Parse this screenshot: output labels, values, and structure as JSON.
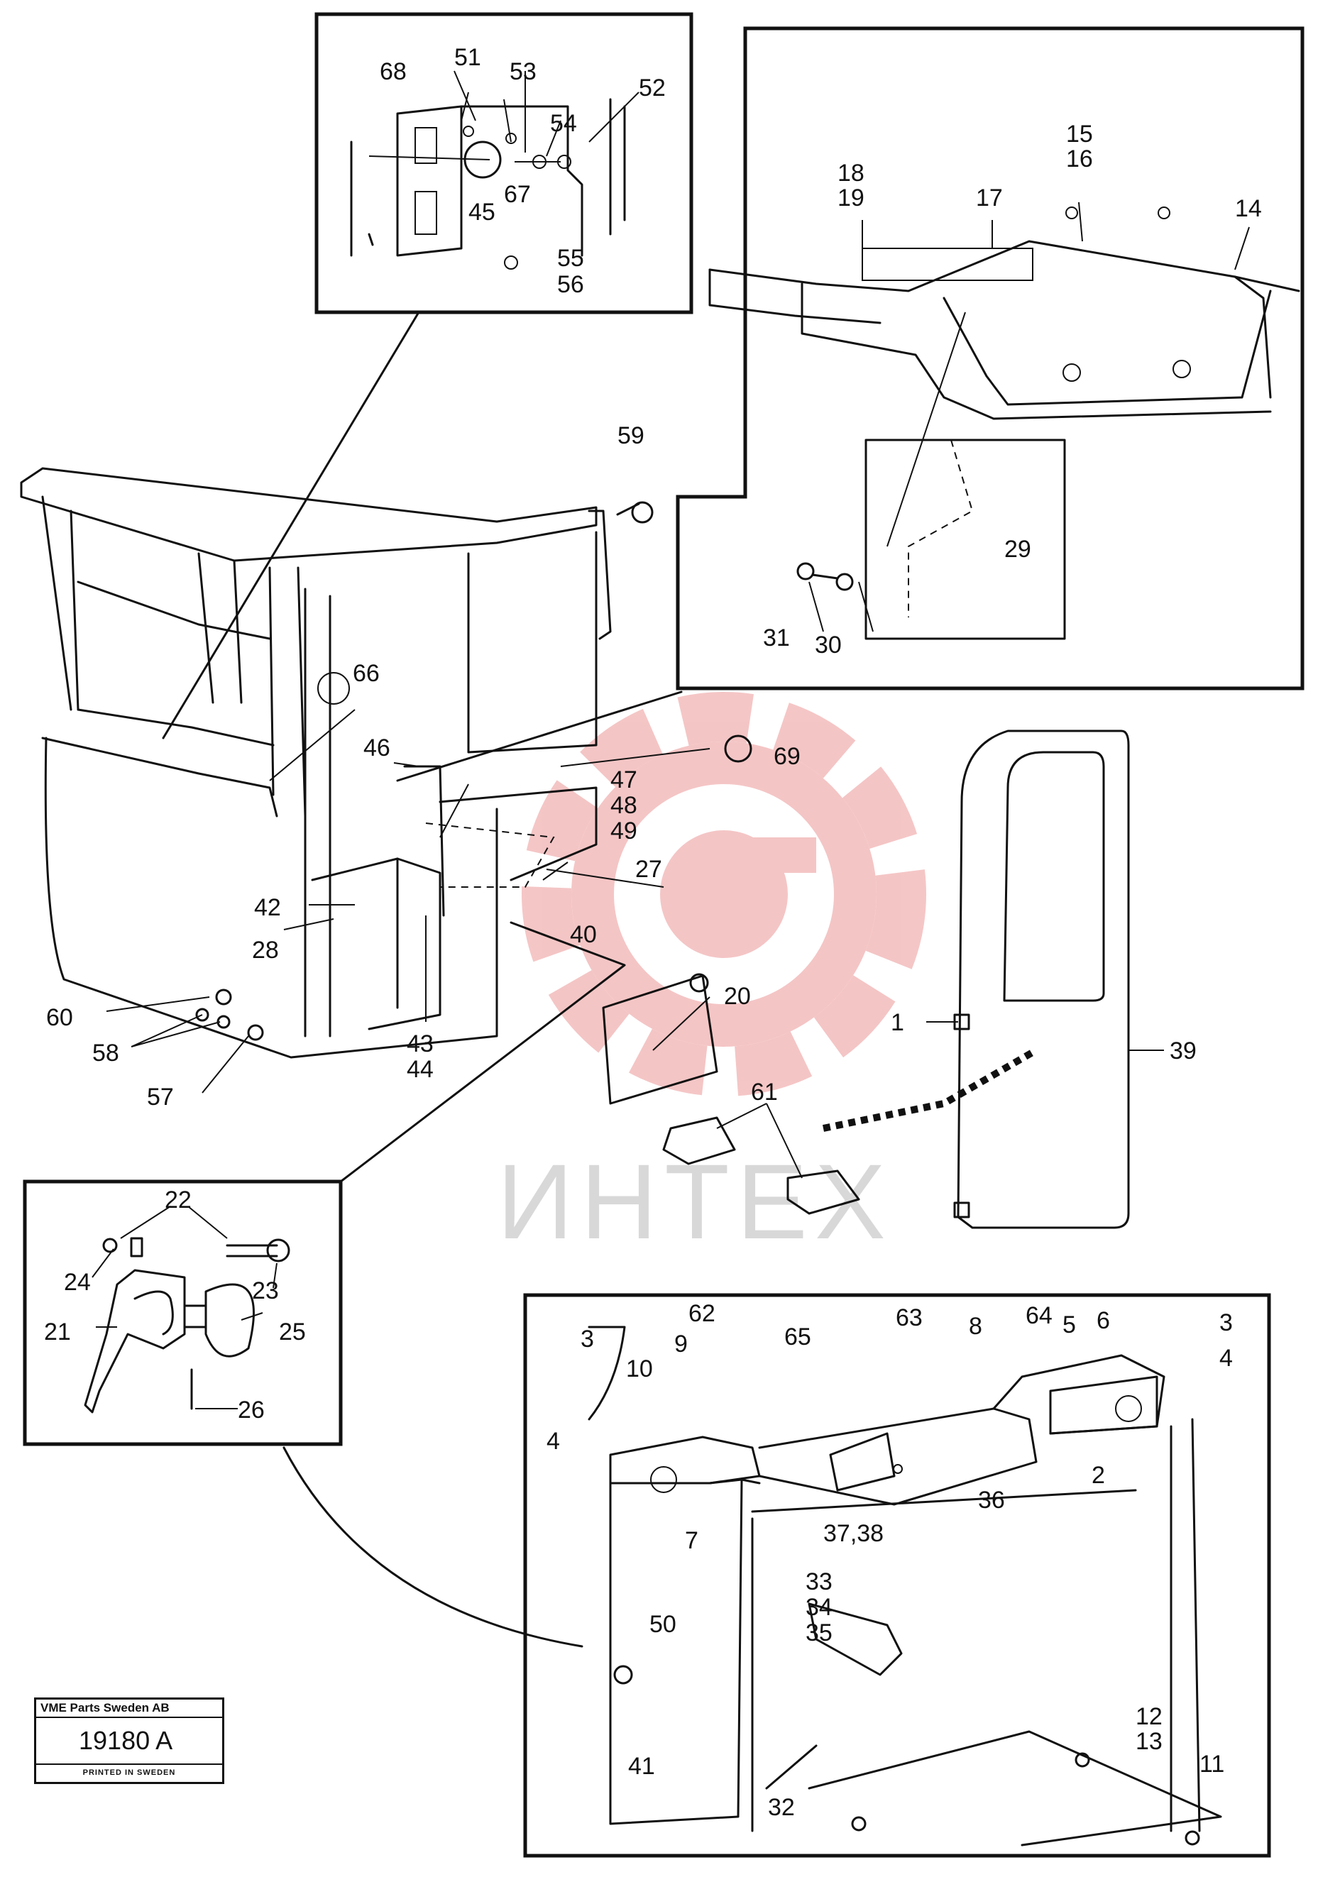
{
  "watermark": {
    "text": "ИНТЕХ",
    "logo": "gear-logo"
  },
  "title_block": {
    "company": "VME Parts Sweden AB",
    "drawing_number": "19180 A",
    "printed": "PRINTED IN SWEDEN"
  },
  "callouts": [
    {
      "id": "c68",
      "text": "68"
    },
    {
      "id": "c51",
      "text": "51"
    },
    {
      "id": "c53",
      "text": "53"
    },
    {
      "id": "c52",
      "text": "52"
    },
    {
      "id": "c54",
      "text": "54"
    },
    {
      "id": "c45",
      "text": "45"
    },
    {
      "id": "c67",
      "text": "67"
    },
    {
      "id": "c55",
      "text": "55"
    },
    {
      "id": "c56",
      "text": "56"
    },
    {
      "id": "c15",
      "text": "15"
    },
    {
      "id": "c16",
      "text": "16"
    },
    {
      "id": "c18",
      "text": "18"
    },
    {
      "id": "c19",
      "text": "19"
    },
    {
      "id": "c17",
      "text": "17"
    },
    {
      "id": "c14",
      "text": "14"
    },
    {
      "id": "c59",
      "text": "59"
    },
    {
      "id": "c29",
      "text": "29"
    },
    {
      "id": "c31",
      "text": "31"
    },
    {
      "id": "c30",
      "text": "30"
    },
    {
      "id": "c66",
      "text": "66"
    },
    {
      "id": "c46",
      "text": "46"
    },
    {
      "id": "c69",
      "text": "69"
    },
    {
      "id": "c47",
      "text": "47"
    },
    {
      "id": "c48",
      "text": "48"
    },
    {
      "id": "c49",
      "text": "49"
    },
    {
      "id": "c27",
      "text": "27"
    },
    {
      "id": "c42",
      "text": "42"
    },
    {
      "id": "c40",
      "text": "40"
    },
    {
      "id": "c28",
      "text": "28"
    },
    {
      "id": "c20",
      "text": "20"
    },
    {
      "id": "c60",
      "text": "60"
    },
    {
      "id": "c43",
      "text": "43"
    },
    {
      "id": "c44",
      "text": "44"
    },
    {
      "id": "c58",
      "text": "58"
    },
    {
      "id": "c57",
      "text": "57"
    },
    {
      "id": "c1",
      "text": "1"
    },
    {
      "id": "c39",
      "text": "39"
    },
    {
      "id": "c61",
      "text": "61"
    },
    {
      "id": "c22",
      "text": "22"
    },
    {
      "id": "c24",
      "text": "24"
    },
    {
      "id": "c23",
      "text": "23"
    },
    {
      "id": "c21",
      "text": "21"
    },
    {
      "id": "c25",
      "text": "25"
    },
    {
      "id": "c26",
      "text": "26"
    },
    {
      "id": "c3a",
      "text": "3"
    },
    {
      "id": "c62",
      "text": "62"
    },
    {
      "id": "c65",
      "text": "65"
    },
    {
      "id": "c63",
      "text": "63"
    },
    {
      "id": "c8",
      "text": "8"
    },
    {
      "id": "c64",
      "text": "64"
    },
    {
      "id": "c5",
      "text": "5"
    },
    {
      "id": "c6",
      "text": "6"
    },
    {
      "id": "c3b",
      "text": "3"
    },
    {
      "id": "c4b",
      "text": "4"
    },
    {
      "id": "c10",
      "text": "10"
    },
    {
      "id": "c9",
      "text": "9"
    },
    {
      "id": "c4a",
      "text": "4"
    },
    {
      "id": "c2",
      "text": "2"
    },
    {
      "id": "c36",
      "text": "36"
    },
    {
      "id": "c7",
      "text": "7"
    },
    {
      "id": "c3738",
      "text": "37,38"
    },
    {
      "id": "c33",
      "text": "33"
    },
    {
      "id": "c34",
      "text": "34"
    },
    {
      "id": "c35",
      "text": "35"
    },
    {
      "id": "c50",
      "text": "50"
    },
    {
      "id": "c12",
      "text": "12"
    },
    {
      "id": "c13",
      "text": "13"
    },
    {
      "id": "c11",
      "text": "11"
    },
    {
      "id": "c41",
      "text": "41"
    },
    {
      "id": "c32",
      "text": "32"
    }
  ]
}
